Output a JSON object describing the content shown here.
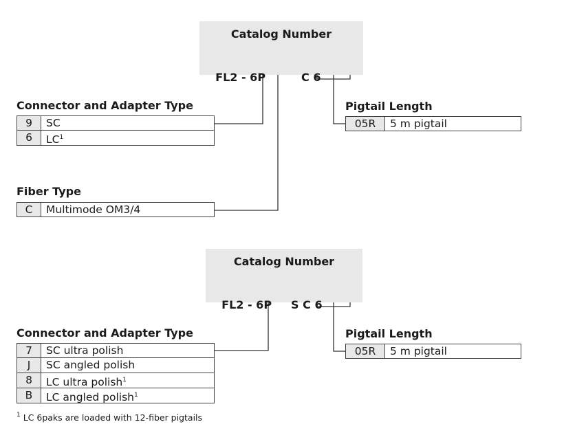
{
  "block1": {
    "catalog_title": "Catalog Number",
    "code": "FL2 - 6P __ __ C 6 _ _ _",
    "connector": {
      "heading": "Connector and Adapter Type",
      "rows": [
        {
          "code": "9",
          "desc": "SC",
          "sup": ""
        },
        {
          "code": "6",
          "desc": "LC",
          "sup": "1"
        }
      ]
    },
    "fiber": {
      "heading": "Fiber Type",
      "rows": [
        {
          "code": "C",
          "desc": "Multimode OM3/4",
          "sup": ""
        }
      ]
    },
    "pigtail": {
      "heading": "Pigtail Length",
      "rows": [
        {
          "code": "05R",
          "desc": "5 m pigtail",
          "sup": ""
        }
      ]
    }
  },
  "block2": {
    "catalog_title": "Catalog Number",
    "code": "FL2 - 6P __ S C 6 _ _ _",
    "connector": {
      "heading": "Connector and Adapter Type",
      "rows": [
        {
          "code": "7",
          "desc": "SC ultra polish",
          "sup": ""
        },
        {
          "code": "J",
          "desc": "SC angled polish",
          "sup": ""
        },
        {
          "code": "8",
          "desc": "LC ultra polish",
          "sup": "1"
        },
        {
          "code": "B",
          "desc": "LC angled polish",
          "sup": "1"
        }
      ]
    },
    "pigtail": {
      "heading": "Pigtail Length",
      "rows": [
        {
          "code": "05R",
          "desc": "5 m pigtail",
          "sup": ""
        }
      ]
    }
  },
  "footnote": {
    "mark": "1",
    "text": "LC 6paks are loaded with 12-fiber pigtails"
  }
}
